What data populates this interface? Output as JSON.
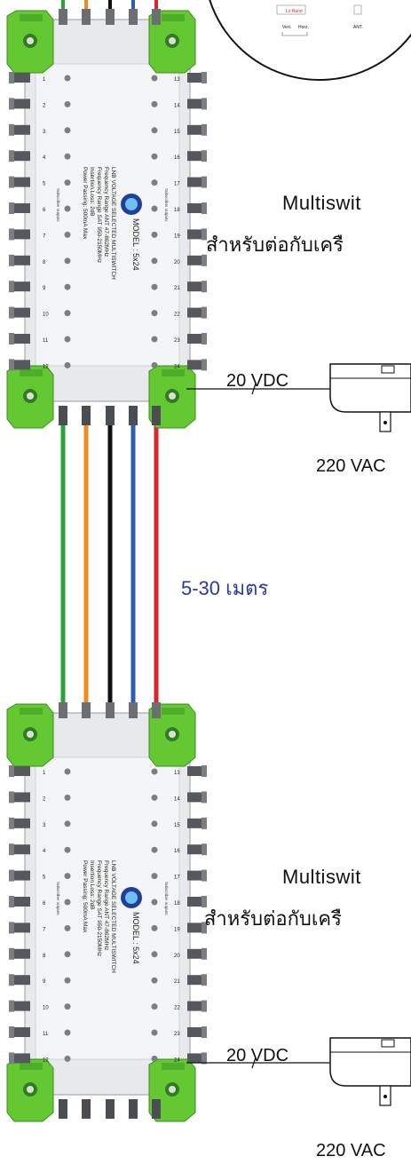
{
  "colors": {
    "green": "#2aa33b",
    "orange": "#f08a1c",
    "black": "#111111",
    "blue": "#2d5bb5",
    "red": "#d9262c",
    "bracket": "#63c832",
    "body": "#e7e9ec",
    "distance_text": "#2a3b9a"
  },
  "top_section": {
    "title": "Multiswit",
    "subtitle": "สำหรับต่อกับเครื",
    "dc_label": "20 VDC",
    "ac_label": "220 VAC"
  },
  "bottom_section": {
    "title": "Multiswit",
    "subtitle": "สำหรับต่อกับเครื",
    "dc_label": "20 VDC",
    "ac_label": "220 VAC"
  },
  "distance": "5-30 เมตร",
  "inset": {
    "band_label": "Lo Band",
    "vert": "Vert.",
    "horz": "Horz.",
    "ant": "ANT."
  },
  "switch": {
    "model": "MODEL : 5x24",
    "spec_lines": [
      "LNB VOLTAGE SELECTED MULTISWITCH",
      "Frequency Range ANT 47-862MHz",
      "Frequency Range SAT 950-2150MHz",
      "Insertion Loss: 2dB",
      "Power Passing: 500mA Max"
    ],
    "side_label": "Subscriber outputs",
    "left_outputs": [
      "1",
      "2",
      "3",
      "4",
      "5",
      "6",
      "7",
      "8",
      "9",
      "10",
      "11",
      "12"
    ],
    "right_outputs": [
      "13",
      "14",
      "15",
      "16",
      "17",
      "18",
      "19",
      "20",
      "21",
      "22",
      "23",
      "24"
    ]
  },
  "icons": [
    "adapter-icon",
    "logo-icon"
  ]
}
